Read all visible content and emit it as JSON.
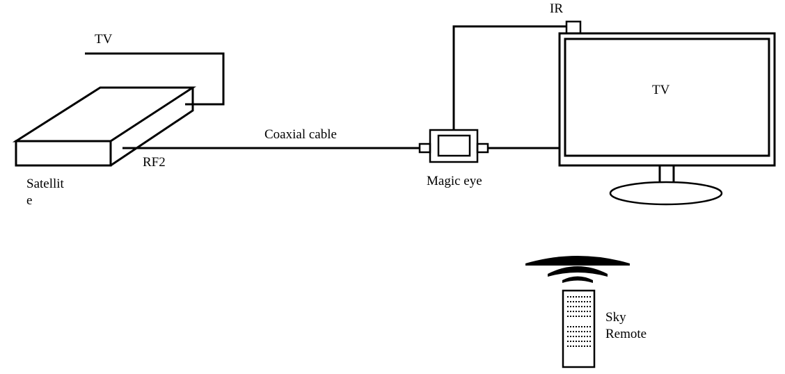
{
  "labels": {
    "tv_input_label": "TV",
    "satellite_label_line1": "Satellit",
    "satellite_label_line2": "e",
    "rf2_label": "RF2",
    "coaxial_label": "Coaxial cable",
    "magic_eye_label": "Magic eye",
    "ir_label": "IR",
    "tv_screen_label": "TV",
    "remote_label_line1": "Sky",
    "remote_label_line2": "Remote"
  },
  "colors": {
    "stroke": "#000000",
    "background": "#ffffff"
  }
}
